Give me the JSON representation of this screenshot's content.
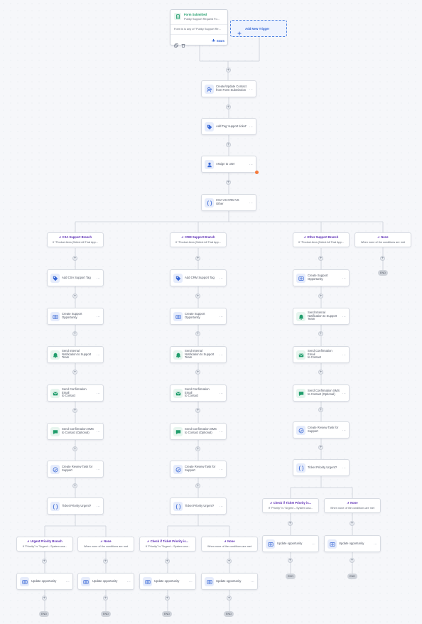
{
  "colors": {
    "action_blue": "#3868d6",
    "action_green": "#1f9d6b",
    "branch_purple": "#5b2bb5",
    "connector": "#c9ced7",
    "end_pill": "#cfd3da"
  },
  "trigger": {
    "title": "Form Submitted",
    "subtitle": "Pubky Support Request Fo...",
    "filter": "Form is is any of \"Pubky Support Re...",
    "stats_label": "Stats",
    "icon": "form-icon"
  },
  "add_trigger": {
    "label": "Add New Trigger"
  },
  "top_actions": [
    {
      "label": "Create/Update Contact\nfrom Form Submission",
      "icon": "contact-icon"
    },
    {
      "label": "Add Tag 'support ticket'",
      "icon": "tag-icon"
    },
    {
      "label": "Assign to user",
      "icon": "user-icon"
    },
    {
      "label": "CSA VS CRM VS Other",
      "icon": "branch-icon"
    }
  ],
  "branches": [
    {
      "title": "CSA Support Branch",
      "condition": "If \"Product Area (Select All That App..."
    },
    {
      "title": "CRM Support Branch",
      "condition": "If \"Product Area (Select All That App..."
    },
    {
      "title": "Other Support Branch",
      "condition": "If \"Product Area (Select All That App..."
    },
    {
      "title": "None",
      "condition": "When none of the conditions are met"
    }
  ],
  "csa_actions": [
    {
      "label": "Add CSA Support Tag",
      "icon": "tag-icon"
    },
    {
      "label": "Create Support\nOpportunity",
      "icon": "opportunity-icon"
    },
    {
      "label": "Send Internal\nNotification to Support\nTeam",
      "icon": "notification-icon"
    },
    {
      "label": "Send Confirmation Email\nto Contact",
      "icon": "email-icon"
    },
    {
      "label": "Send Confirmation SMS\nto Contact (Optional)",
      "icon": "sms-icon"
    },
    {
      "label": "Create Review Task for\nSupport",
      "icon": "task-icon"
    },
    {
      "label": "Ticket Priority Urgent?",
      "icon": "branch-icon"
    }
  ],
  "crm_actions": [
    {
      "label": "Add CRM Support Tag",
      "icon": "tag-icon"
    },
    {
      "label": "Create Support\nOpportunity",
      "icon": "opportunity-icon"
    },
    {
      "label": "Send Internal\nNotification to Support\nTeam",
      "icon": "notification-icon"
    },
    {
      "label": "Send Confirmation Email\nto Contact",
      "icon": "email-icon"
    },
    {
      "label": "Send Confirmation SMS\nto Contact (Optional)",
      "icon": "sms-icon"
    },
    {
      "label": "Create Review Task for\nSupport",
      "icon": "task-icon"
    },
    {
      "label": "Ticket Priority Urgent?",
      "icon": "branch-icon"
    }
  ],
  "other_actions": [
    {
      "label": "Create Support\nOpportunity",
      "icon": "opportunity-icon"
    },
    {
      "label": "Send Internal\nNotification to Support\nTeam",
      "icon": "notification-icon"
    },
    {
      "label": "Send Confirmation Email\nto Contact",
      "icon": "email-icon"
    },
    {
      "label": "Send Confirmation SMS\nto Contact (Optional)",
      "icon": "sms-icon"
    },
    {
      "label": "Create Review Task for\nSupport",
      "icon": "task-icon"
    },
    {
      "label": "Ticket Priority Urgent?",
      "icon": "branch-icon"
    }
  ],
  "sub_branches": [
    {
      "title": "Urgent Priority Branch",
      "condition": "If \"Priority\" is \"Urgent – System una..."
    },
    {
      "title": "None",
      "condition": "When none of the conditions are met"
    },
    {
      "title": "Check if Ticket Priority is...",
      "condition": "If \"Priority\" is \"Urgent – System una..."
    },
    {
      "title": "None",
      "condition": "When none of the conditions are met"
    },
    {
      "title": "Check if Ticket Priority is...",
      "condition": "If \"Priority\" is \"Urgent – System una..."
    },
    {
      "title": "None",
      "condition": "When none of the conditions are met"
    }
  ],
  "update_label": "Update opportunity",
  "end_label": "END",
  "more_label": "..."
}
